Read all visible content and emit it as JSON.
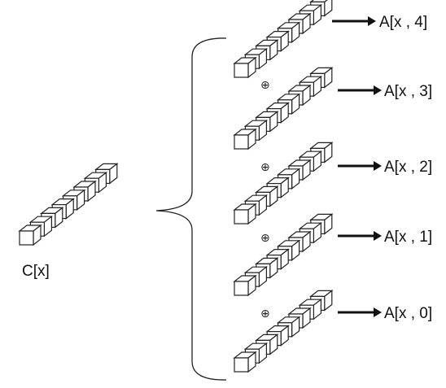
{
  "input_label": "C[x]",
  "outputs": [
    {
      "label": "A[x , 4]"
    },
    {
      "label": "A[x , 3]"
    },
    {
      "label": "A[x , 2]"
    },
    {
      "label": "A[x , 1]"
    },
    {
      "label": "A[x , 0]"
    }
  ],
  "xor_symbol": "⊕",
  "colors": {
    "stroke": "#222222",
    "fill": "#ffffff",
    "text": "#111111"
  }
}
